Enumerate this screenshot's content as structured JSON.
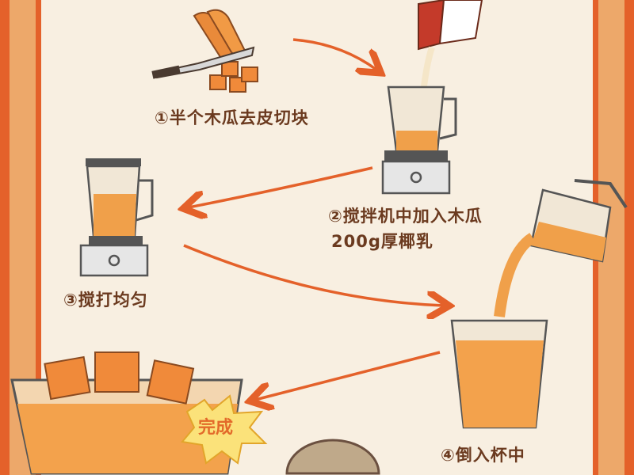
{
  "steps": [
    {
      "label": "①半个木瓜去皮切块"
    },
    {
      "label": "②搅拌机中加入木瓜",
      "label_line2": "200g厚椰乳"
    },
    {
      "label": "③搅打均匀"
    },
    {
      "label": "④倒入杯中"
    }
  ],
  "finish_badge": "完成",
  "colors": {
    "border": "#e4612a",
    "border_inner": "#eda86a",
    "background": "#f8efe1",
    "papaya": "#f08a3a",
    "text": "#6b3a1f",
    "arrow": "#e4612a"
  }
}
